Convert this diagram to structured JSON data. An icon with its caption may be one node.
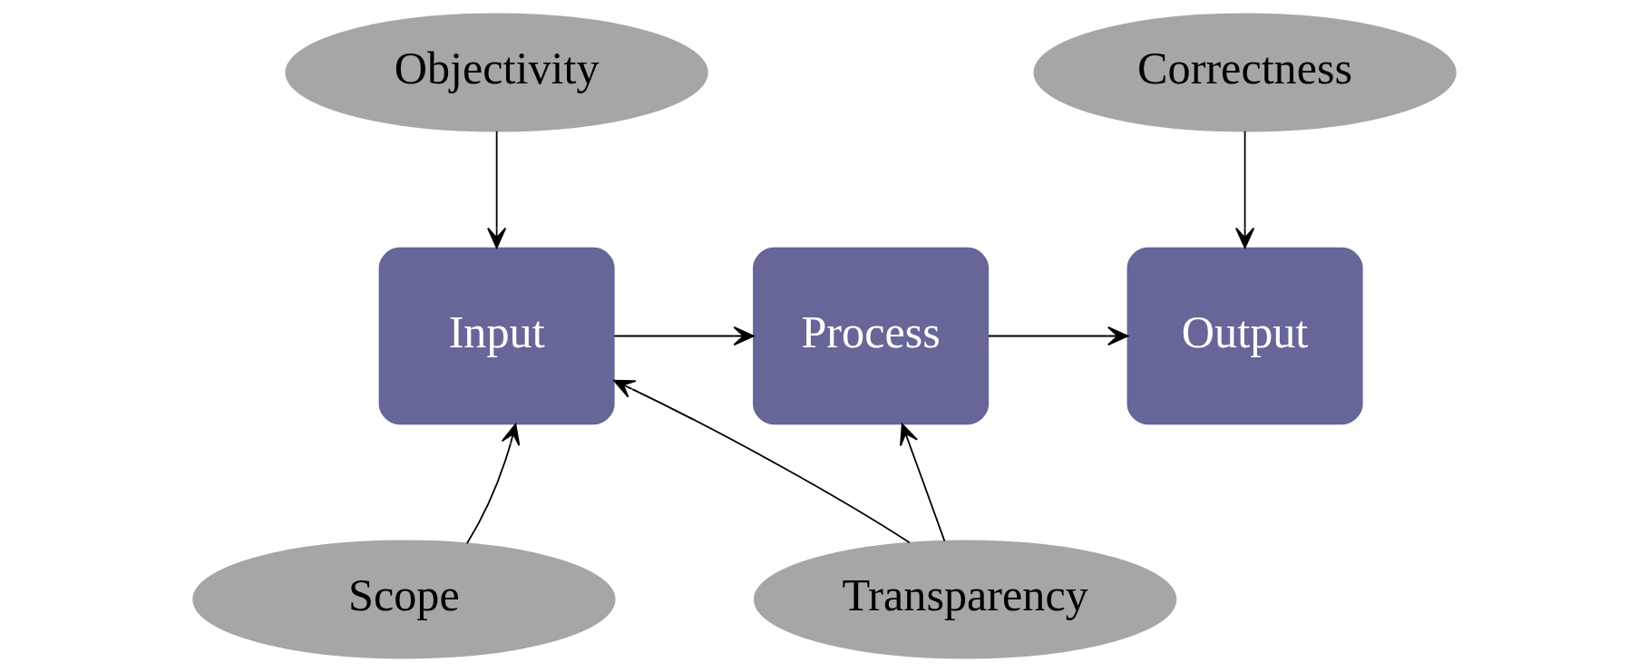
{
  "diagram": {
    "nodes": [
      {
        "text": [
          "Objectivity"
        ]
      },
      {
        "text": [
          "Correctness"
        ]
      },
      {
        "text": [
          "Input"
        ]
      },
      {
        "text": [
          "Process"
        ]
      },
      {
        "text": [
          "Output"
        ]
      },
      {
        "text": [
          "Scope"
        ]
      },
      {
        "text": [
          "Transparency"
        ]
      }
    ],
    "edges": [
      {
        "from": 0,
        "to": 2,
        "arrow": "to"
      },
      {
        "from": 1,
        "to": 4,
        "arrow": "to"
      },
      {
        "from": 2,
        "to": 3,
        "arrow": "to"
      },
      {
        "from": 3,
        "to": 4,
        "arrow": "to"
      },
      {
        "from": 5,
        "to": 2,
        "arrow": "to"
      },
      {
        "from": 6,
        "to": 2,
        "arrow": "to"
      },
      {
        "from": 6,
        "to": 3,
        "arrow": "to"
      }
    ]
  }
}
